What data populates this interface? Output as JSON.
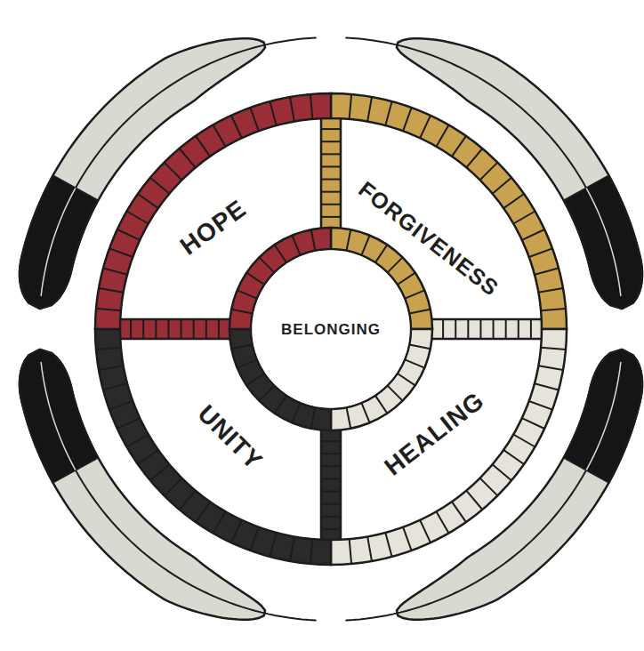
{
  "diagram": {
    "nodes": [
      {
        "text": [
          "HOPE"
        ]
      },
      {
        "text": [
          "FORGIVENESS"
        ]
      },
      {
        "text": [
          "BELONGING"
        ]
      },
      {
        "text": [
          "UNITY"
        ]
      },
      {
        "text": [
          "HEALING"
        ]
      }
    ]
  }
}
